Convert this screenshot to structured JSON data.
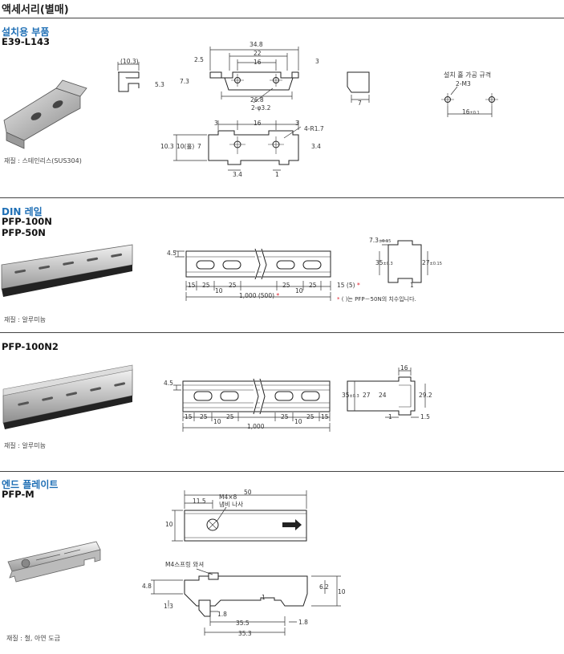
{
  "page_title": "액세서리(별매)",
  "sections": [
    {
      "category": "설치용 부품",
      "models": [
        "E39-L143"
      ],
      "material": "재질 : 스테인리스(SUS304)",
      "dims": {
        "d_10_3p": "(10.3)",
        "d_5_3": "5.3",
        "d_2_5": "2.5",
        "d_7_3": "7.3",
        "d_34_8": "34.8",
        "d_22": "22",
        "d_16": "16",
        "d_3": "3",
        "d_26_8": "26.8",
        "d_2phi": "2-φ3.2",
        "d_7": "7",
        "d_3a": "3",
        "d_16b": "16",
        "d_3b": "3",
        "d_4r": "4-R1.7",
        "d_10_3": "10.3",
        "d_10_hole": "10(홀)",
        "d_7b": "7",
        "d_3_4": "3.4",
        "d_3_4b": "3.4",
        "d_1": "1"
      },
      "mount_hole": {
        "title": "설치 홀 가공 규격",
        "screw": "2-M3",
        "pitch": "16",
        "tol": "±0.1"
      }
    },
    {
      "category": "DIN 레일",
      "models": [
        "PFP-100N",
        "PFP-50N"
      ],
      "material": "재질 : 알루미늄",
      "dims": {
        "d_4_5": "4.5",
        "d_15": "15",
        "d_25a": "25",
        "d_25b": "25",
        "d_10": "10",
        "d_25c": "25",
        "d_25d": "25",
        "d_10b": "10",
        "d_15_5": "15 (5)",
        "star": "*",
        "d_total": "1,000 (500)",
        "d_7_3": "7.3",
        "d_35": "35",
        "d_27": "27",
        "d_1": "1",
        "tol": "±0.15",
        "tol3": "±0.3"
      },
      "note": "( )는 PFP－50N의 치수입니다."
    },
    {
      "category": "",
      "models": [
        "PFP-100N2"
      ],
      "material": "재질 : 알루미늄",
      "dims": {
        "d_4_5": "4.5",
        "d_15": "15",
        "d_25a": "25",
        "d_25b": "25",
        "d_10": "10",
        "d_25c": "25",
        "d_25d": "25",
        "d_10b": "10",
        "d_15b": "15",
        "d_total": "1,000",
        "d_16": "16",
        "d_35": "35",
        "d_27": "27",
        "d_24": "24",
        "d_29_2": "29.2",
        "d_1": "1",
        "d_1_5": "1.5",
        "tol3": "±0.3"
      }
    },
    {
      "category": "엔드 플레이트",
      "models": [
        "PFP-M"
      ],
      "material": "재질 : 철, 아연 도금",
      "dims": {
        "d_50": "50",
        "d_11_5": "11.5",
        "d_m4": "M4×8",
        "d_pan": "냄비 나사",
        "d_10": "10",
        "d_spring": "M4스프링 와셔",
        "d_4_8": "4.8",
        "d_1_3": "1.3",
        "d_1_8": "1.8",
        "d_6_2": "6.2",
        "d_10b": "10",
        "d_1": "1",
        "d_35_5": "35.5",
        "d_1_8b": "1.8",
        "d_35_3": "35.3"
      }
    }
  ]
}
